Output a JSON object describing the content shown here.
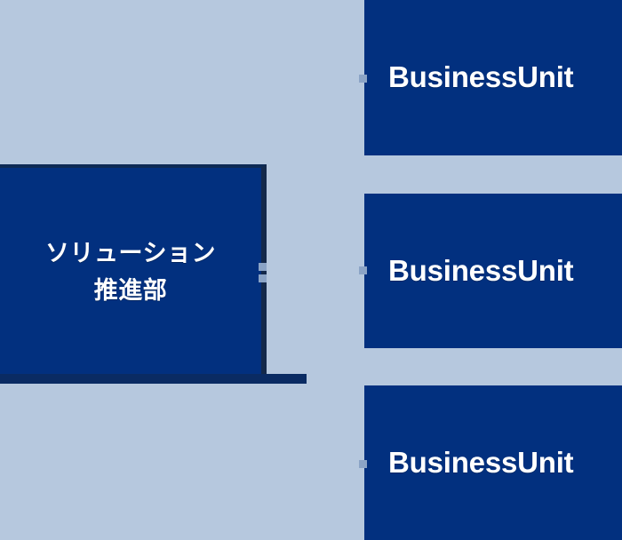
{
  "diagram": {
    "type": "org-chart",
    "title": "",
    "colors": {
      "background": "#b6c8de",
      "node_fill": "#02307f",
      "node_text": "#ffffff",
      "node_border_dark": "#14294a",
      "connector_bar": "#0a2b63",
      "connector_nub": "#8ba4c6"
    },
    "parent": {
      "label": "ソリューション\n推進部",
      "label_line1": "ソリューション",
      "label_line2": "推進部"
    },
    "children": [
      {
        "label": "BusinessUnit"
      },
      {
        "label": "BusinessUnit"
      },
      {
        "label": "BusinessUnit"
      }
    ]
  }
}
